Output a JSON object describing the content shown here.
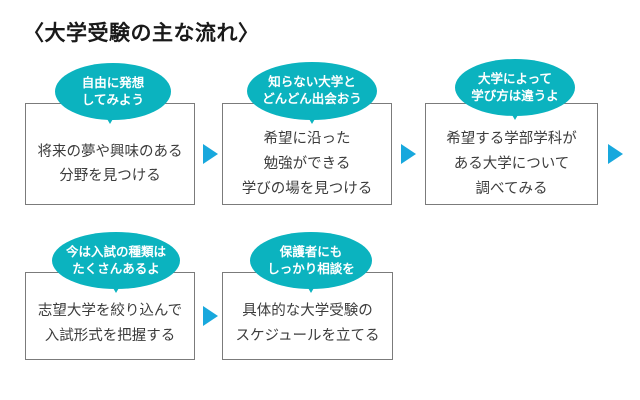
{
  "title": "〈大学受験の主な流れ〉",
  "theme": {
    "background": "#ffffff",
    "bubble_fill": "#0bb3bf",
    "bubble_text": "#ffffff",
    "box_border": "#7b7b7b",
    "box_text": "#3c3c3c",
    "arrow_fill": "#18a8dd",
    "title_color": "#1a1a1a"
  },
  "steps": [
    {
      "id": "step-1",
      "bubble": [
        "自由に発想",
        "してみよう"
      ],
      "body": [
        "将来の夢や興味のある",
        "分野を見つける"
      ]
    },
    {
      "id": "step-2",
      "bubble": [
        "知らない大学と",
        "どんどん出会おう"
      ],
      "body": [
        "希望に沿った",
        "勉強ができる",
        "学びの場を見つける"
      ]
    },
    {
      "id": "step-3",
      "bubble": [
        "大学によって",
        "学び方は違うよ"
      ],
      "body": [
        "希望する学部学科が",
        "ある大学について",
        "調べてみる"
      ]
    },
    {
      "id": "step-4",
      "bubble": [
        "今は入試の種類は",
        "たくさんあるよ"
      ],
      "body": [
        "志望大学を絞り込んで",
        "入試形式を把握する"
      ]
    },
    {
      "id": "step-5",
      "bubble": [
        "保護者にも",
        "しっかり相談を"
      ],
      "body": [
        "具体的な大学受験の",
        "スケジュールを立てる"
      ]
    }
  ],
  "arrows": [
    {
      "id": "arrow-1",
      "label": "arrow-step1-to-step2"
    },
    {
      "id": "arrow-2",
      "label": "arrow-step2-to-step3"
    },
    {
      "id": "arrow-3",
      "label": "arrow-step3-to-next-row"
    },
    {
      "id": "arrow-4",
      "label": "arrow-step4-to-step5"
    }
  ]
}
